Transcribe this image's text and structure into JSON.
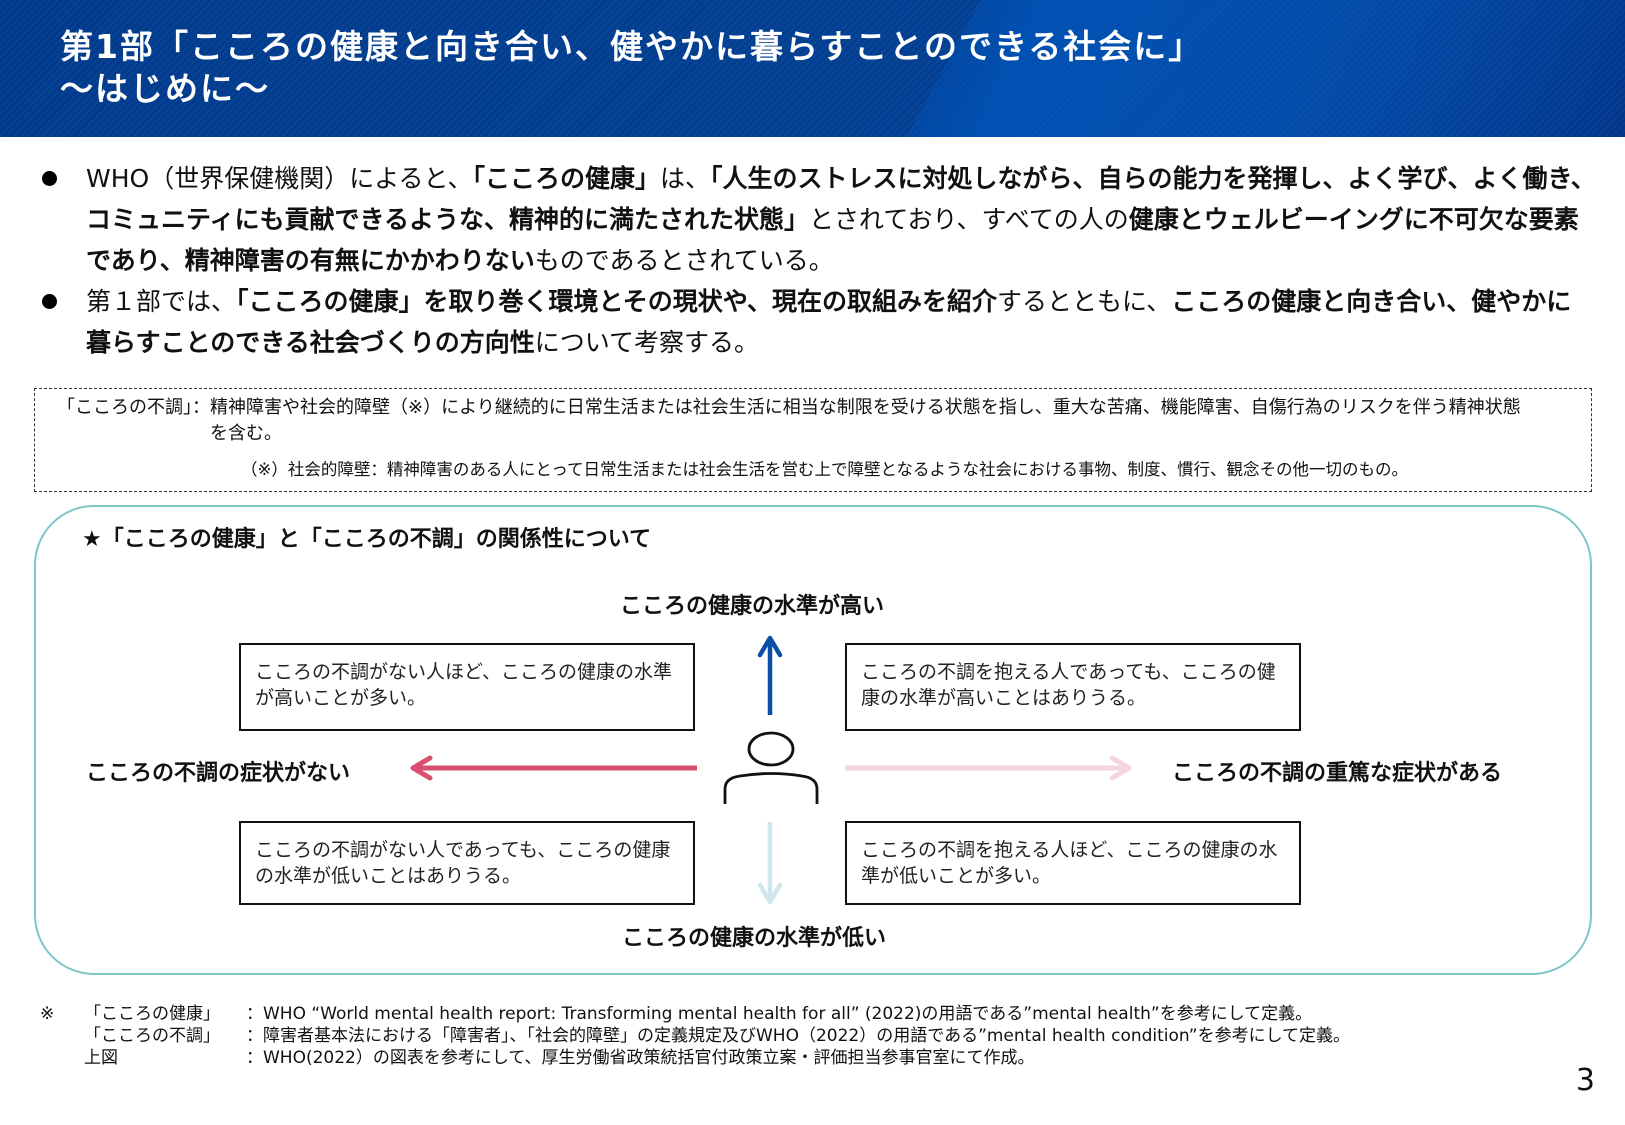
{
  "header": {
    "title_line1": "第1部「こころの健康と向き合い、健やかに暮らすことのできる社会に」",
    "title_line2": "～はじめに～",
    "colors": {
      "banner": "#003a8c",
      "text": "#ffffff"
    }
  },
  "bullets": [
    {
      "segments": [
        {
          "text": "WHO（世界保健機関）によると、",
          "bold": false
        },
        {
          "text": "「こころの健康」",
          "bold": true
        },
        {
          "text": "は、",
          "bold": false
        },
        {
          "text": "「人生のストレスに対処しながら、自らの能力を発揮し、よく学び、よく働き、コミュニティにも貢献できるような、精神的に満たされた状態」",
          "bold": true
        },
        {
          "text": "とされており、すべての人の",
          "bold": false
        },
        {
          "text": "健康とウェルビーイングに不可欠な要素であり、精神障害の有無にかかわりない",
          "bold": true
        },
        {
          "text": "ものであるとされている。",
          "bold": false
        }
      ]
    },
    {
      "segments": [
        {
          "text": "第１部では、",
          "bold": false
        },
        {
          "text": "「こころの健康」を取り巻く環境とその現状や、現在の取組みを紹介",
          "bold": true
        },
        {
          "text": "するとともに、",
          "bold": false
        },
        {
          "text": "こころの健康と向き合い、健やかに暮らすことのできる社会づくりの方向性",
          "bold": true
        },
        {
          "text": "について考察する。",
          "bold": false
        }
      ]
    }
  ],
  "definition": {
    "term": "「こころの不調」：",
    "description": "精神障害や社会的障壁（※）により継続的に日常生活または社会生活に相当な制限を受ける状態を指し、重大な苦痛、機能障害、自傷行為のリスクを伴う精神状態を含む。",
    "note": "（※）社会的障壁：精神障害のある人にとって日常生活または社会生活を営む上で障壁となるような社会における事物、制度、慣行、観念その他一切のもの。"
  },
  "relation_panel": {
    "title": "★「こころの健康」と「こころの不調」の関係性について",
    "axis": {
      "top": "こころの健康の水準が高い",
      "bottom": "こころの健康の水準が低い",
      "left": "こころの不調の症状がない",
      "right": "こころの不調の重篤な症状がある"
    },
    "quadrants": {
      "top_left": "こころの不調がない人ほど、こころの健康の水準が高いことが多い。",
      "top_right": "こころの不調を抱える人であっても、こころの健康の水準が高いことはありうる。",
      "bottom_left": "こころの不調がない人であっても、こころの健康の水準が低いことはありうる。",
      "bottom_right": "こころの不調を抱える人ほど、こころの健康の水準が低いことが多い。"
    },
    "colors": {
      "border": "#7fc6c8",
      "arrow_up": "#0a4ea8",
      "arrow_down": "#cfe6ee",
      "arrow_left": "#d9506e",
      "arrow_right": "#f6d5df"
    }
  },
  "footnotes": {
    "mark": "※",
    "items": [
      {
        "key": "「こころの健康」",
        "value": "：WHO “World mental health report: Transforming mental health for all” (2022)の用語である”mental health”を参考にして定義。"
      },
      {
        "key": "「こころの不調」",
        "value": "：障害者基本法における「障害者」、「社会的障壁」の定義規定及びWHO（2022）の用語である”mental health condition”を参考にして定義。"
      },
      {
        "key": "上図",
        "value": "：WHO(2022）の図表を参考にして、厚生労働省政策統括官付政策立案・評価担当参事官室にて作成。"
      }
    ]
  },
  "page_number": "3"
}
